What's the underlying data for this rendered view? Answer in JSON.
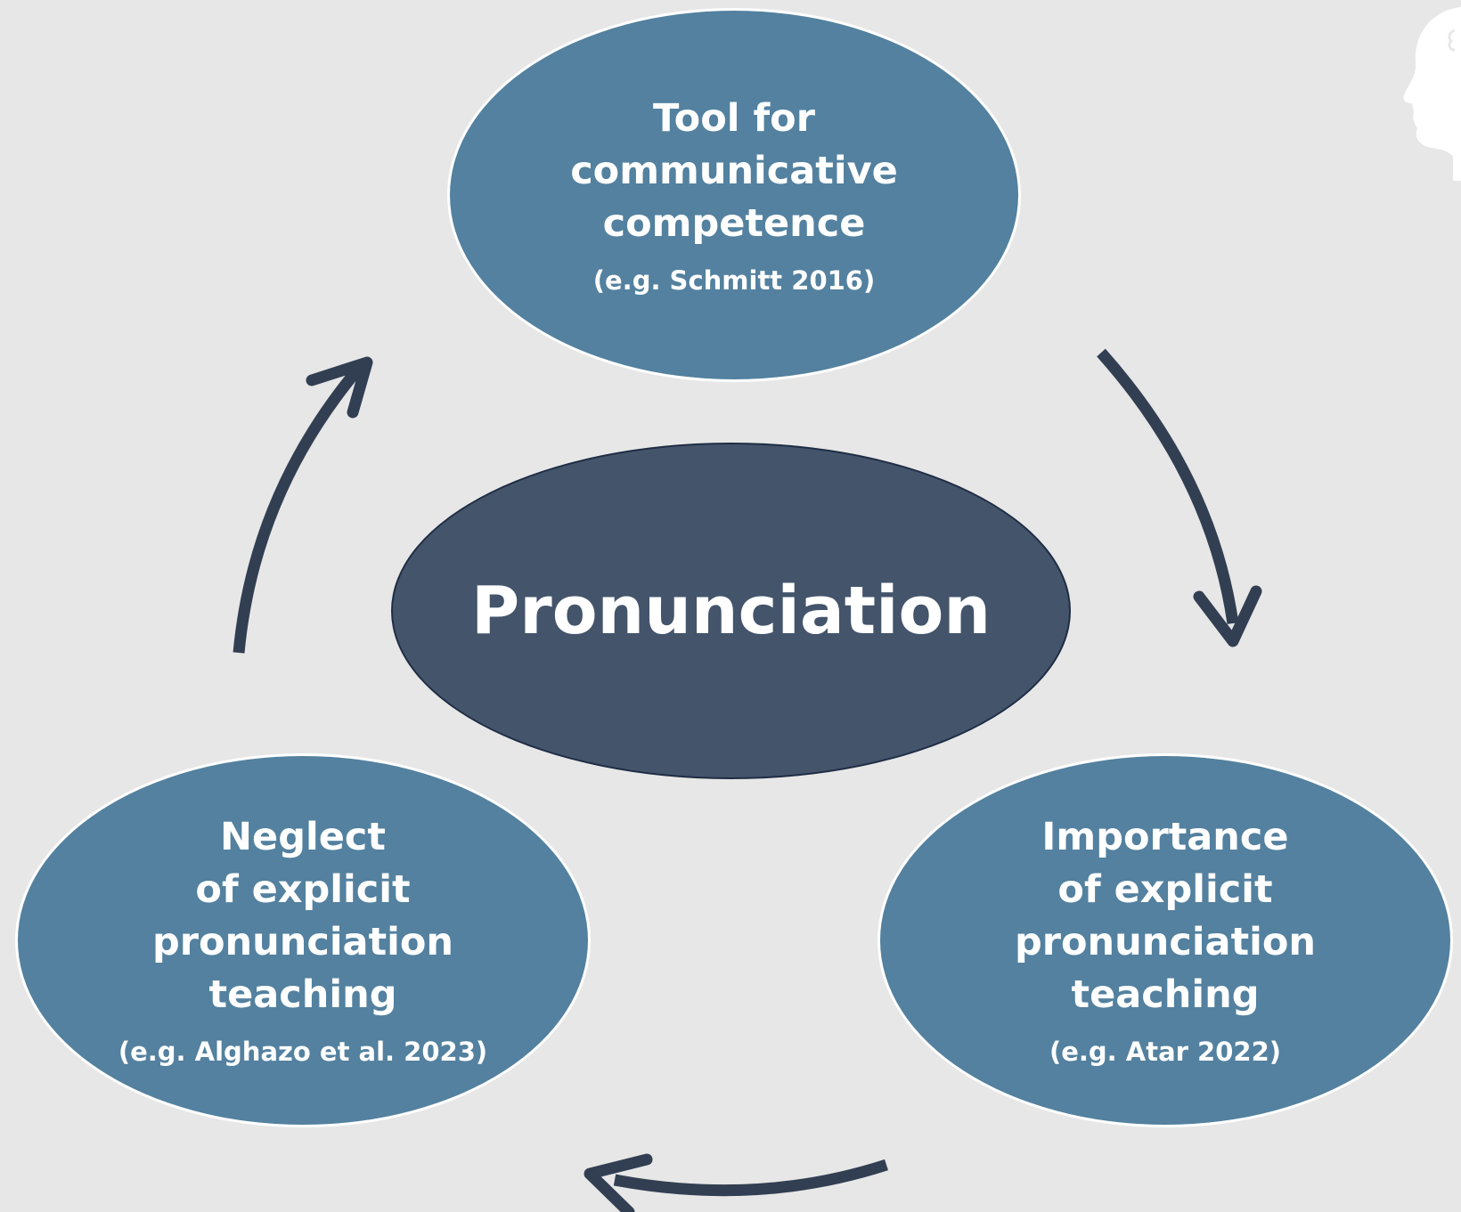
{
  "diagram": {
    "center": {
      "label": "Pronunciation"
    },
    "nodes": [
      {
        "id": "top",
        "title": "Tool for\ncommunicative\ncompetence",
        "citation": "(e.g. Schmitt 2016)"
      },
      {
        "id": "right",
        "title": "Importance\nof explicit\npronunciation\nteaching",
        "citation": "(e.g. Atar 2022)"
      },
      {
        "id": "left",
        "title": "Neglect\nof explicit\npronunciation\nteaching",
        "citation": "(e.g. Alghazo et al. 2023)"
      }
    ],
    "cycle_direction": "clockwise",
    "icons": [
      "head-silhouette-icon"
    ]
  },
  "colors": {
    "background": "#e7e7e7",
    "outer_node_fill": "#53819f",
    "center_node_fill": "#43546b",
    "arrow": "#323f52",
    "text": "#ffffff"
  }
}
